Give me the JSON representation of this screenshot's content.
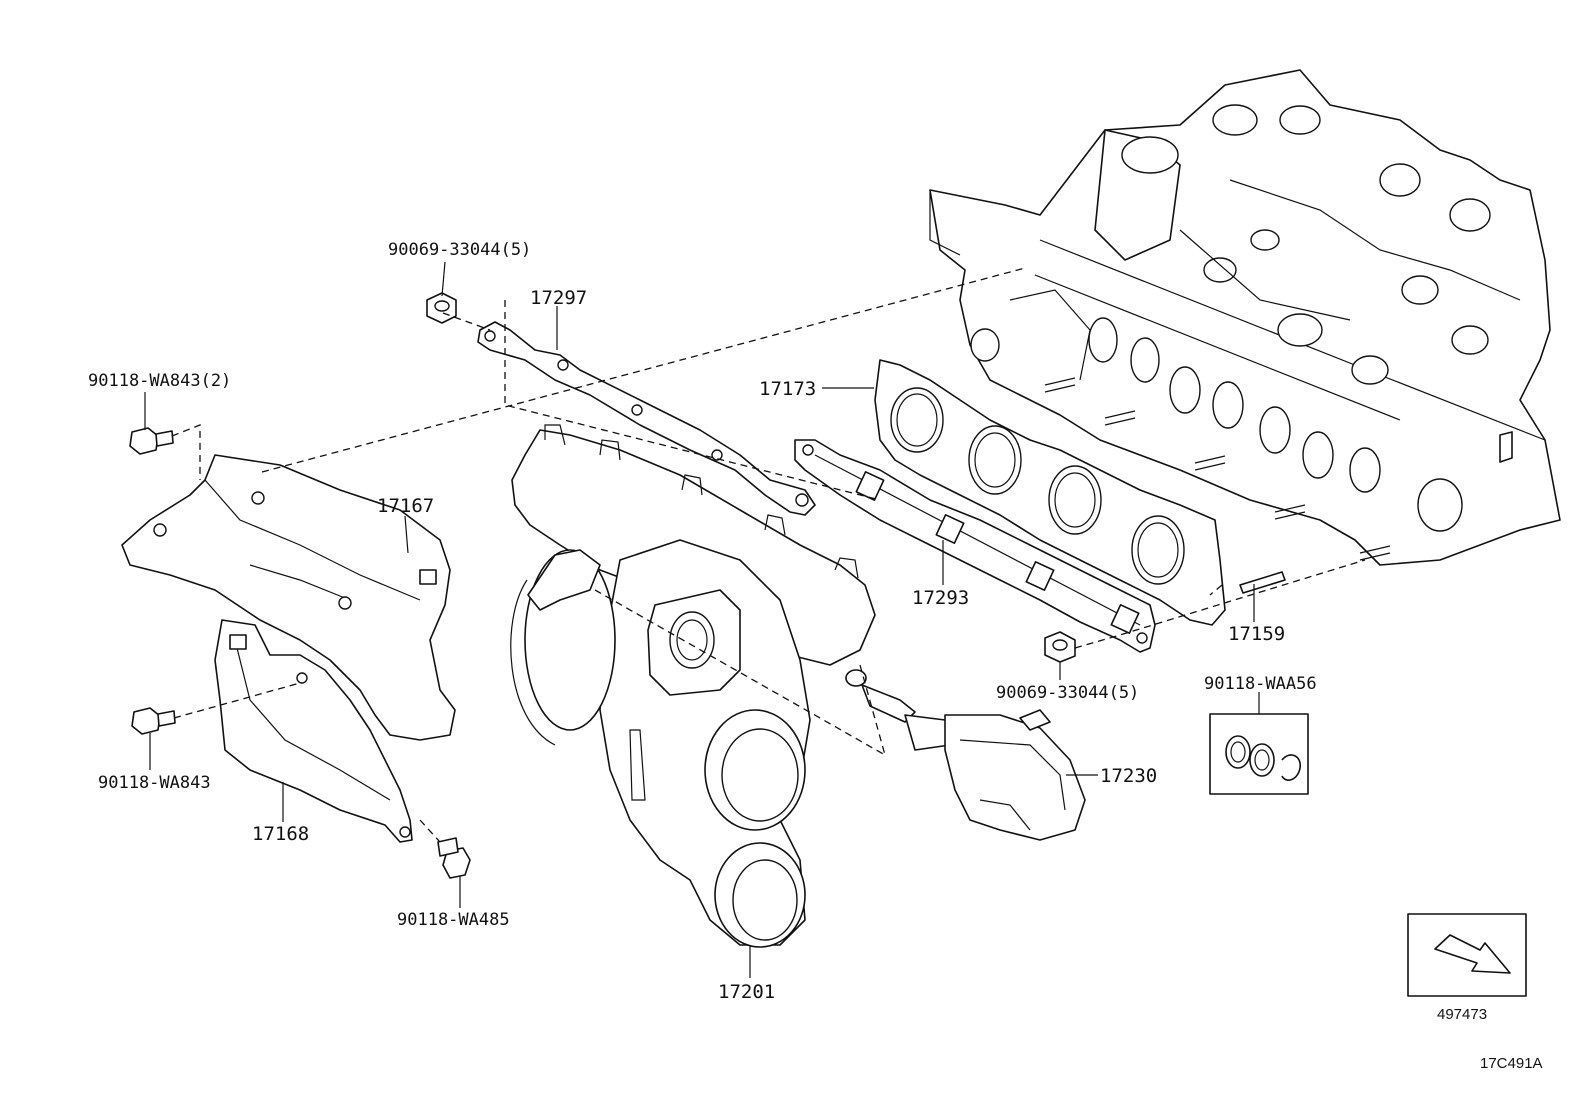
{
  "labels": {
    "nut_top": "90069-33044(5)",
    "bracket_17297": "17297",
    "bolt_top_left": "90118-WA843(2)",
    "gasket_17173": "17173",
    "insulator_17167": "17167",
    "gasket_17293": "17293",
    "stud_17159": "17159",
    "nut_bottom": "90069-33044(5)",
    "bolt_mid_left": "90118-WA843",
    "insulator_17168": "17168",
    "bolt_bottom": "90118-WA485",
    "turbo_17201": "17201",
    "actuator_17230": "17230",
    "ring_kit": "90118-WAA56",
    "direction_code": "497473",
    "figure_code": "17C491A"
  }
}
